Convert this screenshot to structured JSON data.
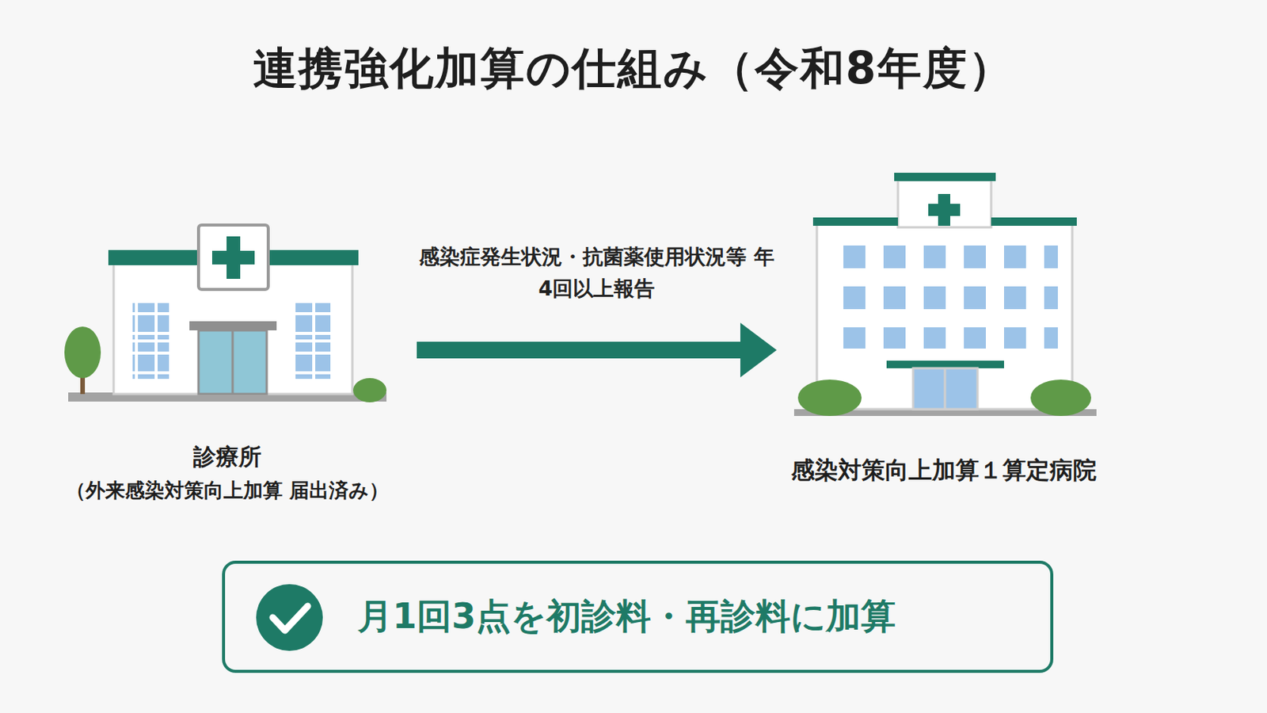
{
  "diagram": {
    "title": "連携強化加算の仕組み（令和8年度）",
    "nodes": [
      {
        "text": [
          "診療所",
          "（外来感染対策向上加算 届出済み）"
        ]
      },
      {
        "text": [
          "感染対策向上加算１算定病院"
        ]
      },
      {
        "text": [
          "月1回3点を初診料・再診料に加算"
        ]
      }
    ],
    "edges": [
      {
        "from": 0,
        "to": 1,
        "arrow": "to",
        "label": "感染症発生状況・抗菌薬使用状況等 年4回以上報告"
      }
    ]
  }
}
